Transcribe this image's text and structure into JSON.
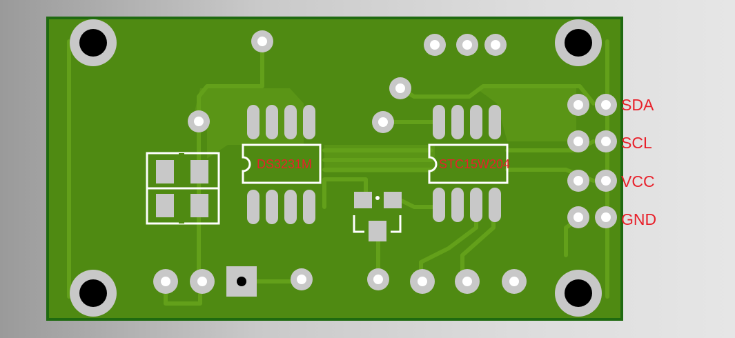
{
  "board": {
    "ic1_label": "DS3231M",
    "ic2_label": "STC15W204",
    "header_pins": [
      {
        "id": "sda",
        "label": "SDA"
      },
      {
        "id": "scl",
        "label": "SCL"
      },
      {
        "id": "vcc",
        "label": "VCC"
      },
      {
        "id": "gnd",
        "label": "GND"
      }
    ]
  },
  "colors": {
    "board_fill": "#4f8a12",
    "board_edge": "#1f6a10",
    "trace": "#5e9a18",
    "copper_pad": "#c8c8c8",
    "silkscreen": "#ffffff",
    "label_red": "#e8202a"
  }
}
